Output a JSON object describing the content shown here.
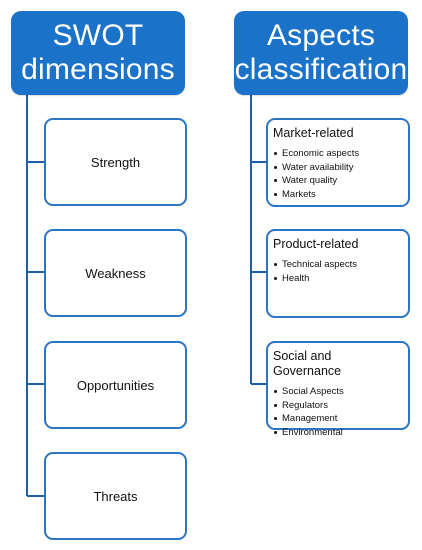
{
  "colors": {
    "header_fill": "#1a73c9",
    "border": "#2c75c2",
    "connector": "#1f5faa"
  },
  "swot": {
    "header_lines": [
      "SWOT",
      "dimensions"
    ],
    "items": [
      "Strength",
      "Weakness",
      "Opportunities",
      "Threats"
    ]
  },
  "aspects": {
    "header_lines": [
      "Aspects",
      "classification"
    ],
    "groups": [
      {
        "title": "Market-related",
        "items": [
          "Economic aspects",
          "Water availability",
          "Water quality",
          "Markets"
        ]
      },
      {
        "title": "Product-related",
        "items": [
          "Technical aspects",
          "Health"
        ]
      },
      {
        "title": "Social and Governance",
        "items": [
          "Social Aspects",
          "Regulators",
          "Management",
          "Environmental"
        ]
      }
    ]
  }
}
